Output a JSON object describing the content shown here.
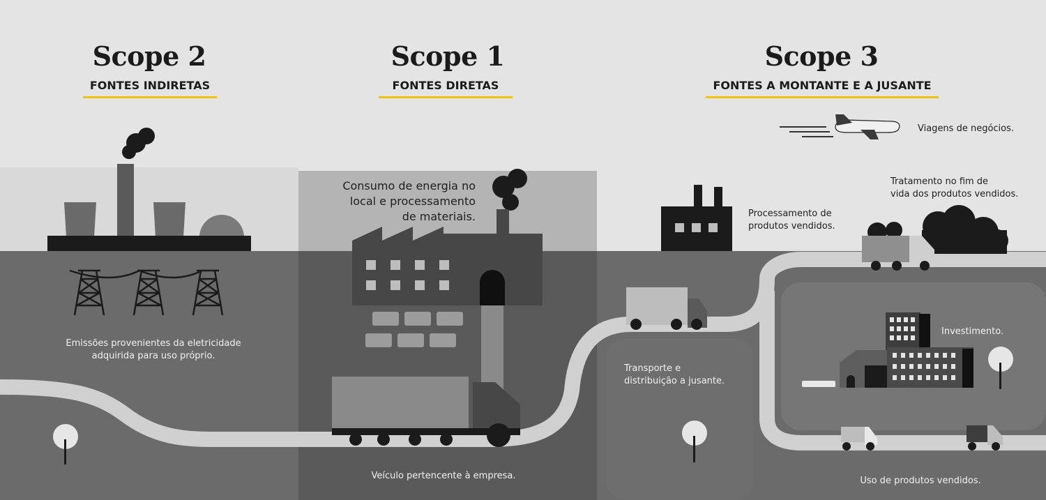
{
  "scopes": {
    "scope2": {
      "title": "Scope 2",
      "subtitle": "FONTES INDIRETAS"
    },
    "scope1": {
      "title": "Scope 1",
      "subtitle": "FONTES DIRETAS"
    },
    "scope3": {
      "title": "Scope 3",
      "subtitle": "FONTES A MONTANTE E A JUSANTE"
    }
  },
  "labels": {
    "electricity": [
      "Emissões provenientes da eletricidade",
      "adquirida para uso próprio."
    ],
    "energy": [
      "Consumo de energia no",
      "local e processamento",
      "de materiais."
    ],
    "vehicle": "Veículo pertencente à empresa.",
    "travel": "Viagens de negócios.",
    "end_of_life": [
      "Tratamento no fim de",
      "vida dos produtos vendidos."
    ],
    "processing": [
      "Processamento de",
      "produtos vendidos."
    ],
    "investment": "Investimento.",
    "transport": [
      "Transporte e",
      "distribuição a jusante."
    ],
    "use": "Uso de produtos vendidos."
  },
  "colors": {
    "highlight": "#f2c500",
    "sky": "#e4e4e4",
    "ground": "#6b6b6b",
    "road": "#d2d2d2",
    "dark": "#1b1b1b"
  }
}
